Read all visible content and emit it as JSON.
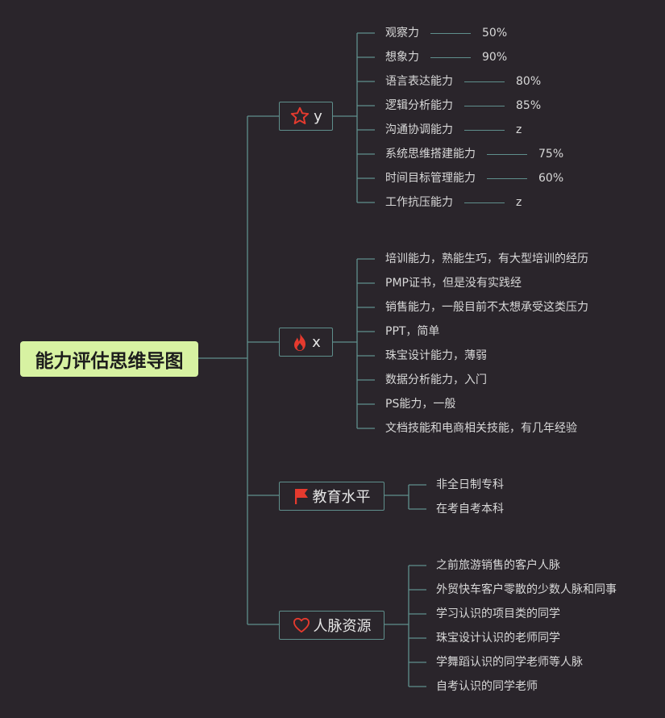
{
  "root": {
    "label": "能力评估思维导图"
  },
  "colors": {
    "background": "#2a252b",
    "root_fill": "#d7f2a2",
    "connector": "#5f8f8c",
    "icon_red": "#e53a2e"
  },
  "branches": [
    {
      "label": "y",
      "icon": "star-icon",
      "leaves": [
        {
          "label": "观察力",
          "value": "50%"
        },
        {
          "label": "想象力",
          "value": "90%"
        },
        {
          "label": "语言表达能力",
          "value": "80%"
        },
        {
          "label": "逻辑分析能力",
          "value": "85%"
        },
        {
          "label": "沟通协调能力",
          "value": "z"
        },
        {
          "label": "系统思维搭建能力",
          "value": "75%"
        },
        {
          "label": "时间目标管理能力",
          "value": "60%"
        },
        {
          "label": "工作抗压能力",
          "value": "z"
        }
      ]
    },
    {
      "label": "x",
      "icon": "flame-icon",
      "leaves": [
        {
          "label": "培训能力，熟能生巧，有大型培训的经历"
        },
        {
          "label": "PMP证书，但是没有实践经"
        },
        {
          "label": "销售能力，一般目前不太想承受这类压力"
        },
        {
          "label": "PPT，简单"
        },
        {
          "label": "珠宝设计能力，薄弱"
        },
        {
          "label": "数据分析能力，入门"
        },
        {
          "label": "PS能力，一般"
        },
        {
          "label": "文档技能和电商相关技能，有几年经验"
        }
      ]
    },
    {
      "label": "教育水平",
      "icon": "flag-icon",
      "leaves": [
        {
          "label": "非全日制专科"
        },
        {
          "label": "在考自考本科"
        }
      ]
    },
    {
      "label": "人脉资源",
      "icon": "heart-icon",
      "leaves": [
        {
          "label": "之前旅游销售的客户人脉"
        },
        {
          "label": "外贸快车客户零散的少数人脉和同事"
        },
        {
          "label": "学习认识的项目类的同学"
        },
        {
          "label": "珠宝设计认识的老师同学"
        },
        {
          "label": "学舞蹈认识的同学老师等人脉"
        },
        {
          "label": "自考认识的同学老师"
        }
      ]
    }
  ]
}
